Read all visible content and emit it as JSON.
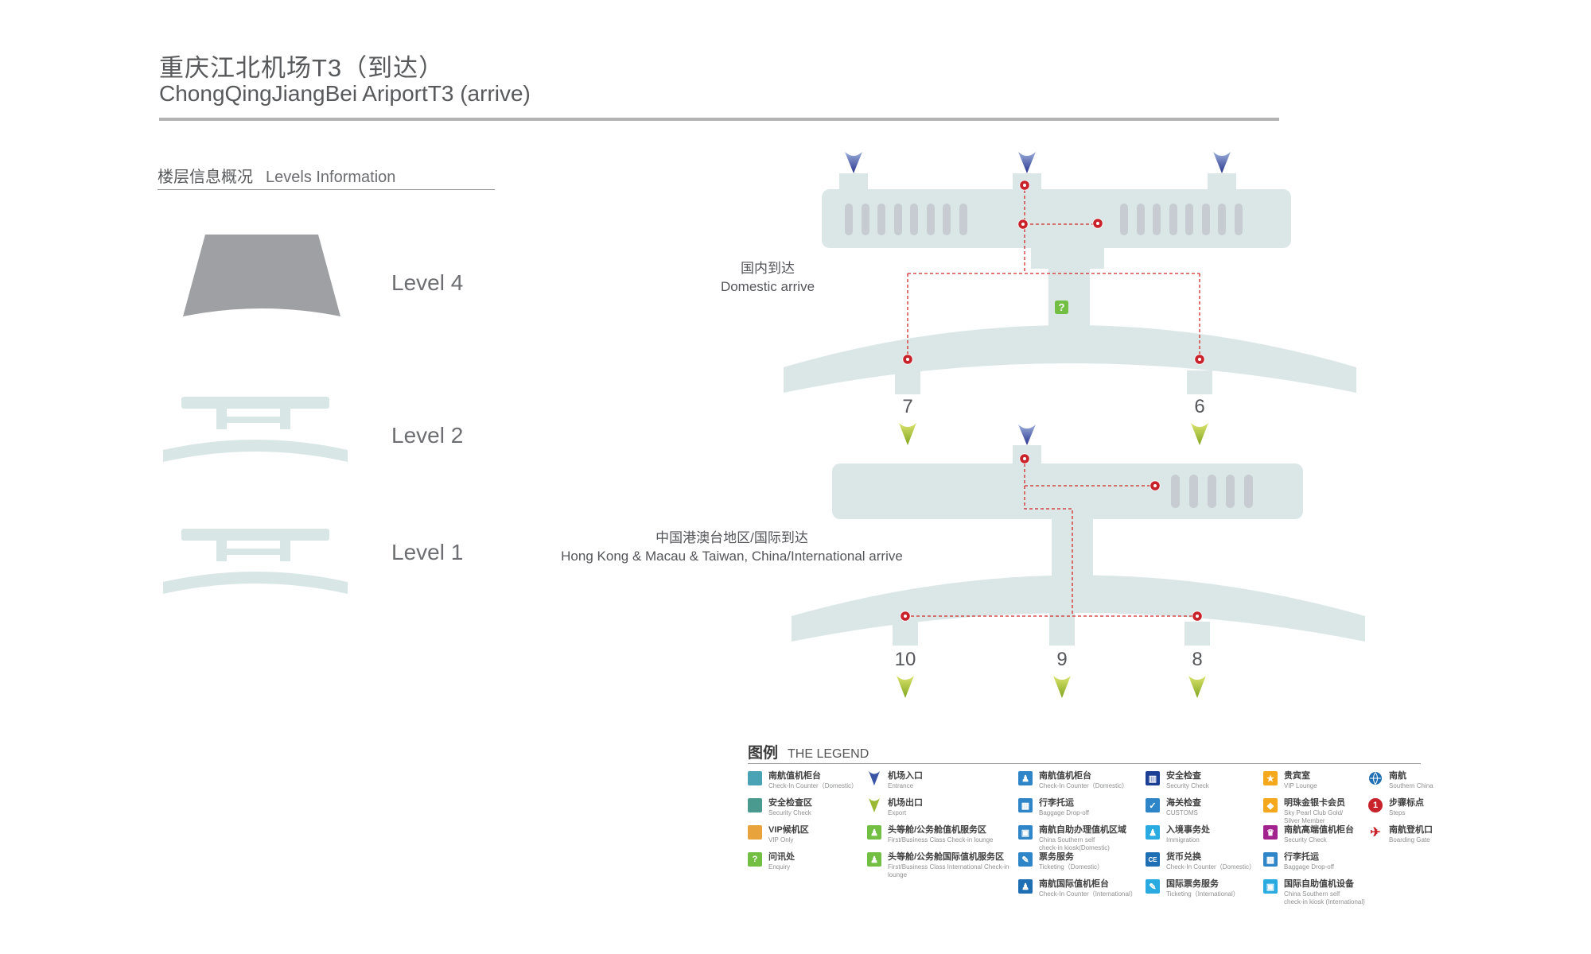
{
  "header": {
    "title_zh": "重庆江北机场T3（到达）",
    "title_en": "ChongQingJiangBei AriportT3 (arrive)"
  },
  "levels_panel": {
    "heading_zh": "楼层信息概况",
    "heading_en": "Levels Information",
    "levels": [
      {
        "label": "Level 4"
      },
      {
        "label": "Level 2"
      },
      {
        "label": "Level 1"
      }
    ]
  },
  "maps": {
    "domestic": {
      "label_zh": "国内到达",
      "label_en": "Domestic arrive",
      "exit_numbers": [
        "7",
        "6"
      ]
    },
    "international": {
      "label_zh": "中国港澳台地区/国际到达",
      "label_en": "Hong Kong & Macau & Taiwan, China/International arrive",
      "exit_numbers": [
        "10",
        "9",
        "8"
      ]
    }
  },
  "map_icons": {
    "enquiry_glyph": "?"
  },
  "legend": {
    "title_zh": "图例",
    "title_en": "THE LEGEND",
    "columns": [
      {
        "items": [
          {
            "icon": "area-checkin-domestic",
            "zh": "南航值机柜台",
            "en": "Check-In Counter（Domestic）"
          },
          {
            "icon": "area-security",
            "zh": "安全检查区",
            "en": "Security Check"
          },
          {
            "icon": "area-vip",
            "zh": "VIP候机区",
            "en": "VIP Only"
          },
          {
            "icon": "enquiry",
            "zh": "问讯处",
            "en": "Enquiry"
          }
        ]
      },
      {
        "items": [
          {
            "icon": "entrance-arrow",
            "zh": "机场入口",
            "en": "Entrance"
          },
          {
            "icon": "exit-arrow",
            "zh": "机场出口",
            "en": "Export"
          },
          {
            "icon": "fb-lounge",
            "zh": "头等舱/公务舱值机服务区",
            "en": "First/Business Class Check-in lounge"
          },
          {
            "icon": "fb-intl-lounge",
            "zh": "头等舱/公务舱国际值机服务区",
            "en": "First/Business Class International Check-in lounge"
          }
        ]
      },
      {
        "items": [
          {
            "icon": "checkin-domestic",
            "zh": "南航值机柜台",
            "en": "Check-In Counter（Domestic）"
          },
          {
            "icon": "baggage-dropoff",
            "zh": "行李托运",
            "en": "Baggage Drop-off"
          },
          {
            "icon": "self-kiosk-domestic",
            "zh": "南航自助办理值机区域",
            "en": "China Southern self\ncheck-in kiosk(Domestic)"
          },
          {
            "icon": "ticketing-domestic",
            "zh": "票务服务",
            "en": "Ticketing（Domestic）"
          },
          {
            "icon": "checkin-international",
            "zh": "南航国际值机柜台",
            "en": "Check-In Counter（International）"
          }
        ]
      },
      {
        "items": [
          {
            "icon": "security-check",
            "zh": "安全检查",
            "en": "Security Check"
          },
          {
            "icon": "customs",
            "zh": "海关检查",
            "en": "CUSTOMS"
          },
          {
            "icon": "immigration",
            "zh": "入境事务处",
            "en": "Immigration"
          },
          {
            "icon": "currency-exchange",
            "zh": "货币兑换",
            "en": "Check-In Counter（Domestic）"
          },
          {
            "icon": "ticketing-international",
            "zh": "国际票务服务",
            "en": "Ticketing（International）"
          }
        ]
      },
      {
        "items": [
          {
            "icon": "vip-lounge",
            "zh": "贵宾室",
            "en": "VIP Lounge"
          },
          {
            "icon": "sky-pearl",
            "zh": "明珠金银卡会员",
            "en": "Sky Pearl Club Gold/\nSilver Member"
          },
          {
            "icon": "premium-checkin",
            "zh": "南航高端值机柜台",
            "en": "Security Check"
          },
          {
            "icon": "baggage-dropoff",
            "zh": "行李托运",
            "en": "Baggage Drop-off"
          },
          {
            "icon": "self-kiosk-international",
            "zh": "国际自助值机设备",
            "en": "China Southern self\ncheck-in kiosk (International)"
          }
        ]
      },
      {
        "items": [
          {
            "icon": "southern-china",
            "zh": "南航",
            "en": "Southern China"
          },
          {
            "icon": "steps",
            "zh": "步骤标点",
            "en": "Steps"
          },
          {
            "icon": "boarding-gate",
            "zh": "南航登机口",
            "en": "Boarding Gate"
          }
        ]
      }
    ]
  },
  "icon_styles": {
    "area-checkin-domestic": {
      "type": "swatch",
      "color": "#4aa3b5"
    },
    "area-security": {
      "type": "swatch",
      "color": "#4a9a8f"
    },
    "area-vip": {
      "type": "swatch",
      "color": "#e8a33d"
    },
    "enquiry": {
      "type": "glyph",
      "color": "#72bf44",
      "glyph": "?"
    },
    "entrance-arrow": {
      "type": "funnel",
      "color": "#3a55a5"
    },
    "exit-arrow": {
      "type": "funnel",
      "color": "#9ab832"
    },
    "fb-lounge": {
      "type": "glyph",
      "color": "#72bf44",
      "glyph": "♟"
    },
    "fb-intl-lounge": {
      "type": "glyph",
      "color": "#72bf44",
      "glyph": "♟"
    },
    "checkin-domestic": {
      "type": "glyph",
      "color": "#2e86c8",
      "glyph": "♟"
    },
    "baggage-dropoff": {
      "type": "glyph",
      "color": "#2e86c8",
      "glyph": "▦"
    },
    "self-kiosk-domestic": {
      "type": "glyph",
      "color": "#2e86c8",
      "glyph": "▣"
    },
    "ticketing-domestic": {
      "type": "glyph",
      "color": "#2e86c8",
      "glyph": "✎"
    },
    "checkin-international": {
      "type": "glyph",
      "color": "#1f6fb5",
      "glyph": "♟"
    },
    "security-check": {
      "type": "glyph",
      "color": "#1b3f94",
      "glyph": "▥"
    },
    "customs": {
      "type": "glyph",
      "color": "#2e86c8",
      "glyph": "✓"
    },
    "immigration": {
      "type": "glyph",
      "color": "#29abe2",
      "glyph": "♟"
    },
    "currency-exchange": {
      "type": "glyph",
      "color": "#1f6fb5",
      "glyph": "CE"
    },
    "ticketing-international": {
      "type": "glyph",
      "color": "#29abe2",
      "glyph": "✎"
    },
    "vip-lounge": {
      "type": "glyph",
      "color": "#f5a81c",
      "glyph": "★"
    },
    "sky-pearl": {
      "type": "glyph",
      "color": "#f5a81c",
      "glyph": "◆"
    },
    "premium-checkin": {
      "type": "glyph",
      "color": "#a3238e",
      "glyph": "♛"
    },
    "self-kiosk-international": {
      "type": "glyph",
      "color": "#29abe2",
      "glyph": "▣"
    },
    "southern-china": {
      "type": "globe",
      "color": "#1f6fb5"
    },
    "steps": {
      "type": "glyph",
      "color": "#c8232b",
      "glyph": "1",
      "round": true
    },
    "boarding-gate": {
      "type": "plane",
      "color": "#c8232b"
    }
  },
  "colors": {
    "terminal_fill": "#dbe7e7",
    "gate_slot": "#c6ccd1",
    "level4_gray": "#9ea0a3",
    "step_red": "#c8232b",
    "route_red": "#d12a2a",
    "entrance_blue": "#27348b",
    "exit_green": "#7fa41d",
    "enquiry_green": "#72bf44",
    "title_text": "#58595b"
  }
}
